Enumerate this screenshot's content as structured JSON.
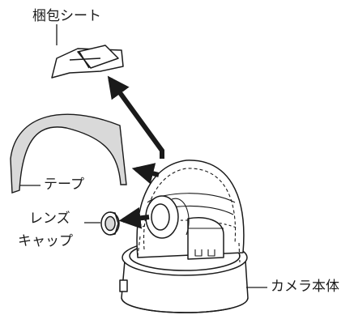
{
  "labels": {
    "packing_sheet": "梱包シート",
    "tape": "テープ",
    "lens_cap_line1": "レンズ",
    "lens_cap_line2": "キャップ",
    "camera_body": "カメラ本体"
  },
  "colors": {
    "line": "#1a1a1a",
    "tape_fill": "#d9d9d9",
    "background": "#ffffff"
  }
}
